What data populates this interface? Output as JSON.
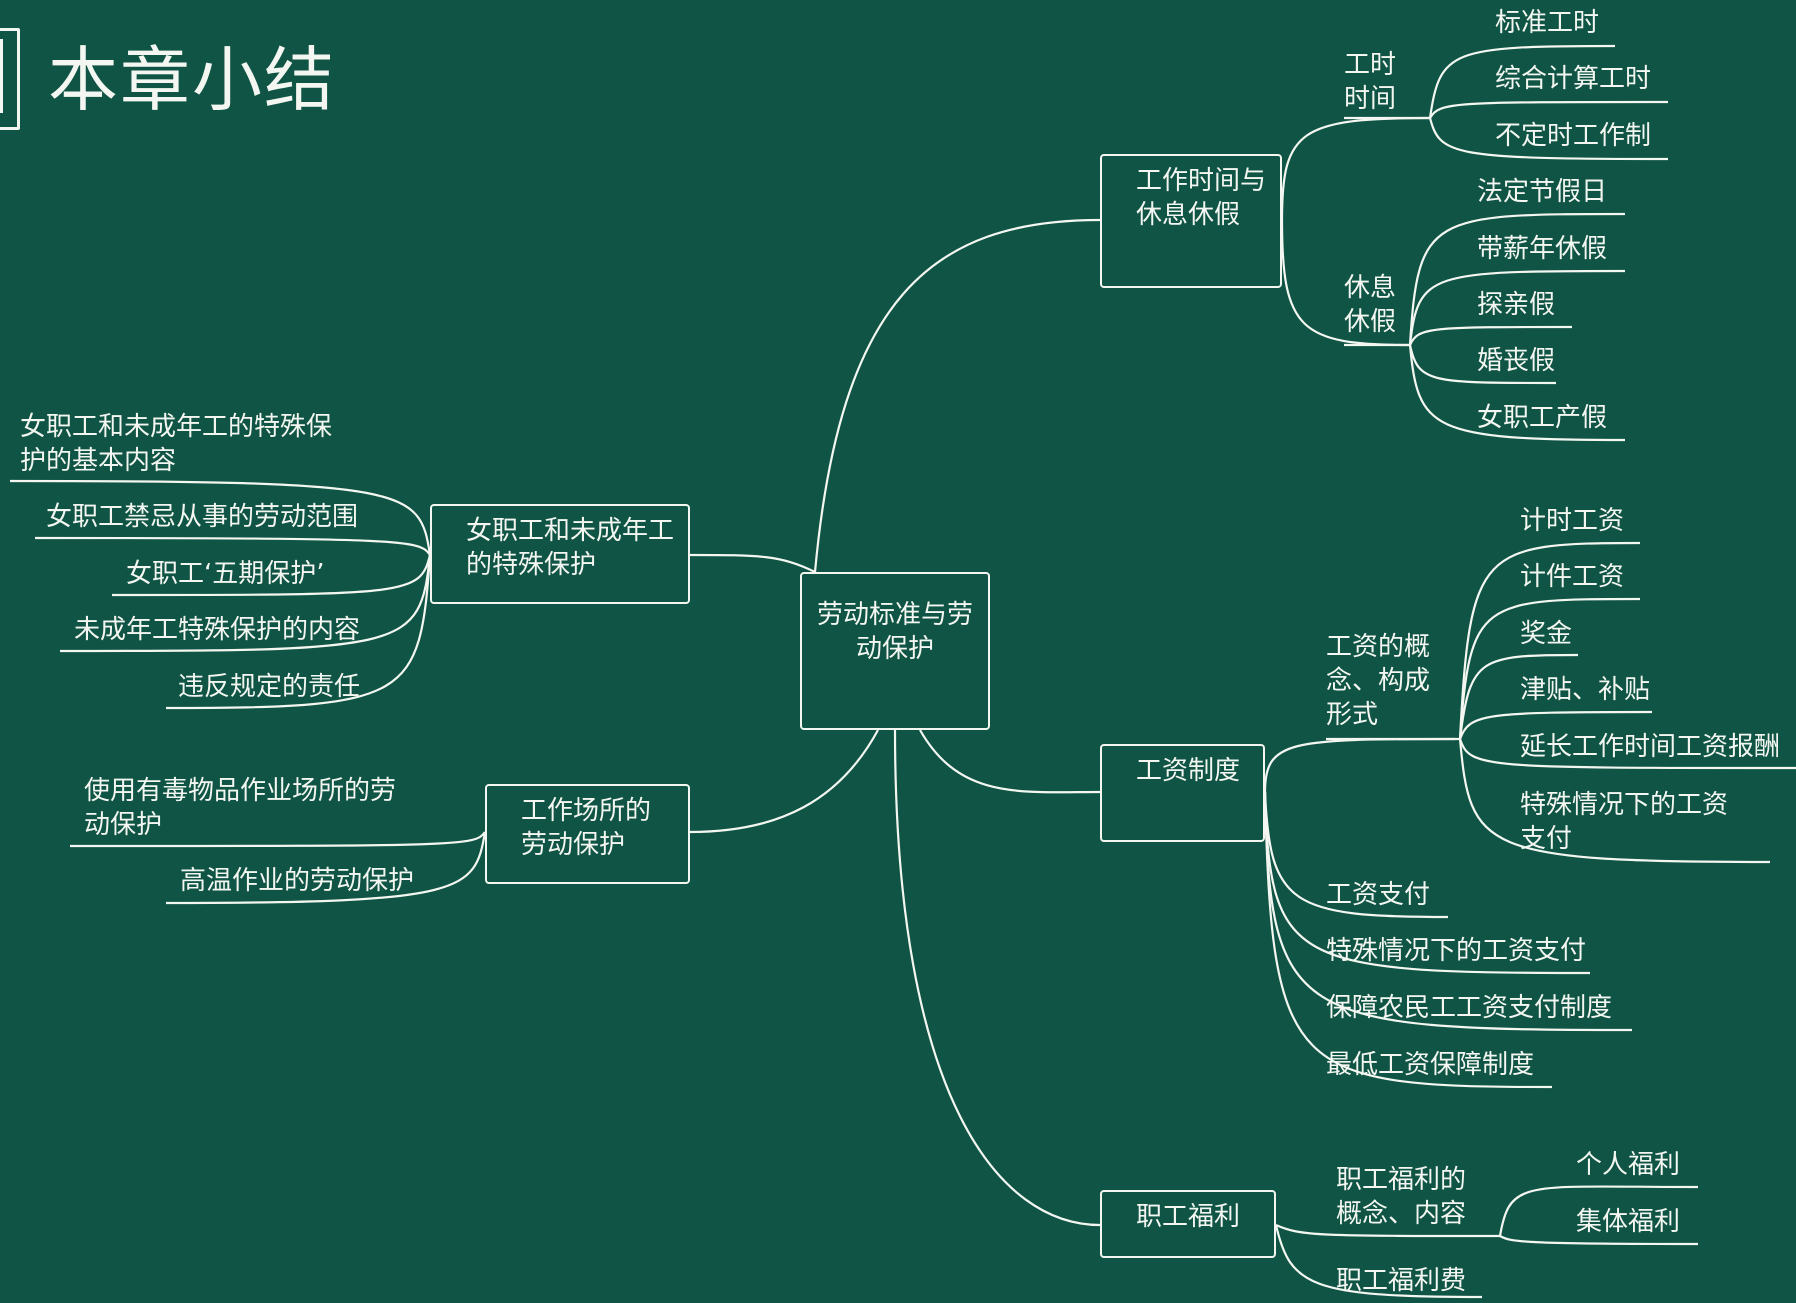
{
  "title": "本章小结",
  "center": "劳动标准与劳动保护",
  "branches": {
    "work_hours": {
      "label": "工作时间与休息休假",
      "sub_hours": {
        "label": "工时时间",
        "items": [
          "标准工时",
          "综合计算工时",
          "不定时工作制"
        ]
      },
      "sub_rest": {
        "label": "休息休假",
        "items": [
          "法定节假日",
          "带薪年休假",
          "探亲假",
          "婚丧假",
          "女职工产假"
        ]
      }
    },
    "wage": {
      "label": "工资制度",
      "sub_concept": {
        "label": "工资的概念、构成形式",
        "items": [
          "计时工资",
          "计件工资",
          "奖金",
          "津贴、补贴",
          "延长工作时间工资报酬",
          "特殊情况下的工资支付"
        ]
      },
      "items": [
        "工资支付",
        "特殊情况下的工资支付",
        "保障农民工工资支付制度",
        "最低工资保障制度"
      ]
    },
    "welfare": {
      "label": "职工福利",
      "sub_concept": {
        "label": "职工福利的概念、内容",
        "items": [
          "个人福利",
          "集体福利"
        ]
      },
      "items": [
        "职工福利费"
      ]
    },
    "female": {
      "label": "女职工和未成年工的特殊保护",
      "items": [
        "女职工和未成年工的特殊保护的基本内容",
        "女职工禁忌从事的劳动范围",
        "女职工‘五期保护’",
        "未成年工特殊保护的内容",
        "违反规定的责任"
      ]
    },
    "workplace": {
      "label": "工作场所的劳动保护",
      "items": [
        "使用有毒物品作业场所的劳动保护",
        "高温作业的劳动保护"
      ]
    }
  }
}
